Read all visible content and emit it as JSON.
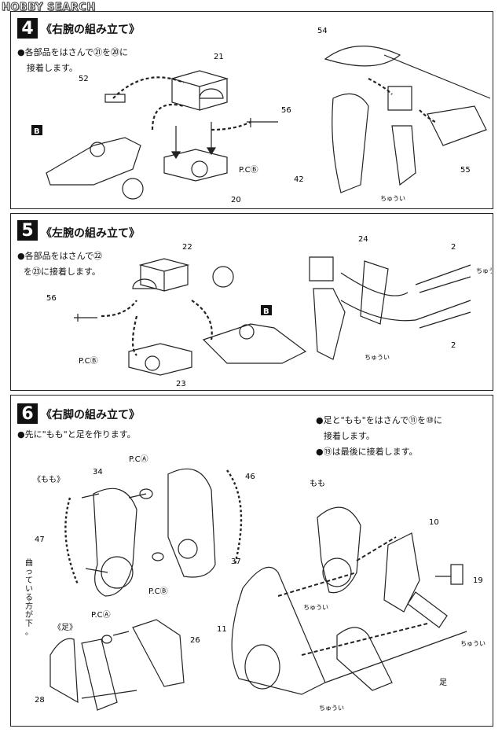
{
  "watermark": "HOBBY SEARCH",
  "step4": {
    "number": "4",
    "title": "《右腕の組み立て》",
    "instruction_line1": "●各部品をはさんで㉑を⑳に",
    "instruction_line2": "接着します。",
    "part_labels": [
      "21",
      "52",
      "B",
      "56",
      "P.CⒷ",
      "20",
      "54",
      "42",
      "55",
      "ちゅうい"
    ]
  },
  "step5": {
    "number": "5",
    "title": "《左腕の組み立て》",
    "instruction_line1": "●各部品をはさんで㉒",
    "instruction_line2": "を㉓に接着します。",
    "part_labels": [
      "22",
      "56",
      "P.CⒷ",
      "23",
      "B",
      "24",
      "2",
      "2",
      "ちゅうい",
      "ちゅうい"
    ]
  },
  "step6": {
    "number": "6",
    "title": "《右脚の組み立て》",
    "instruction_left": "●先に\"もも\"と足を作ります。",
    "instruction_right_line1": "●足と\"もも\"をはさんで⑪を⑩に",
    "instruction_right_line2": "接着します。",
    "instruction_right_line3": "●⑲は最後に接着します。",
    "section_momo": "《もも》",
    "section_ashi": "《足》",
    "bent_note": [
      "曲",
      "っ",
      "て",
      "い",
      "る",
      "方",
      "が",
      "下",
      "。"
    ],
    "part_labels": [
      "34",
      "P.CⒶ",
      "46",
      "47",
      "37",
      "P.CⒷ",
      "P.CⒶ",
      "26",
      "28",
      "もも",
      "10",
      "19",
      "11",
      "足",
      "ちゅうい",
      "ちゅうい",
      "ちゅうい"
    ]
  }
}
